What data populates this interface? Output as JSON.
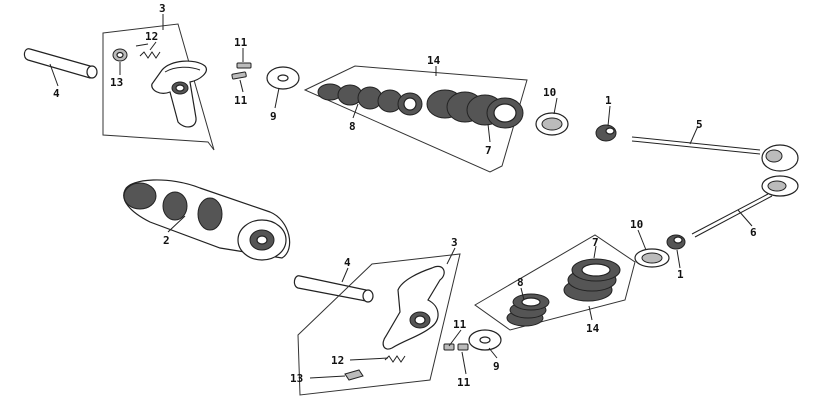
{
  "diagram": {
    "labels": {
      "rocker_upper": "3",
      "spring_upper": "12",
      "pin_small_upper": "13",
      "shaft_upper": "4",
      "cotter_upper_a": "11",
      "cotter_upper_b": "11",
      "washer_upper": "9",
      "spring_set_upper": "14",
      "inner_spring_upper": "8",
      "outer_spring_upper": "7",
      "seat_upper": "10",
      "seal_upper": "1",
      "valve_upper": "5",
      "camshaft": "2",
      "shaft_lower": "4",
      "rocker_lower": "3",
      "spring_lower": "12",
      "pin_small_lower": "13",
      "cotter_lower_a": "11",
      "cotter_lower_b": "11",
      "washer_lower": "9",
      "spring_set_lower": "14",
      "inner_spring_lower": "8",
      "outer_spring_lower": "7",
      "seat_lower": "10",
      "seal_lower": "1",
      "valve_lower": "6"
    }
  }
}
